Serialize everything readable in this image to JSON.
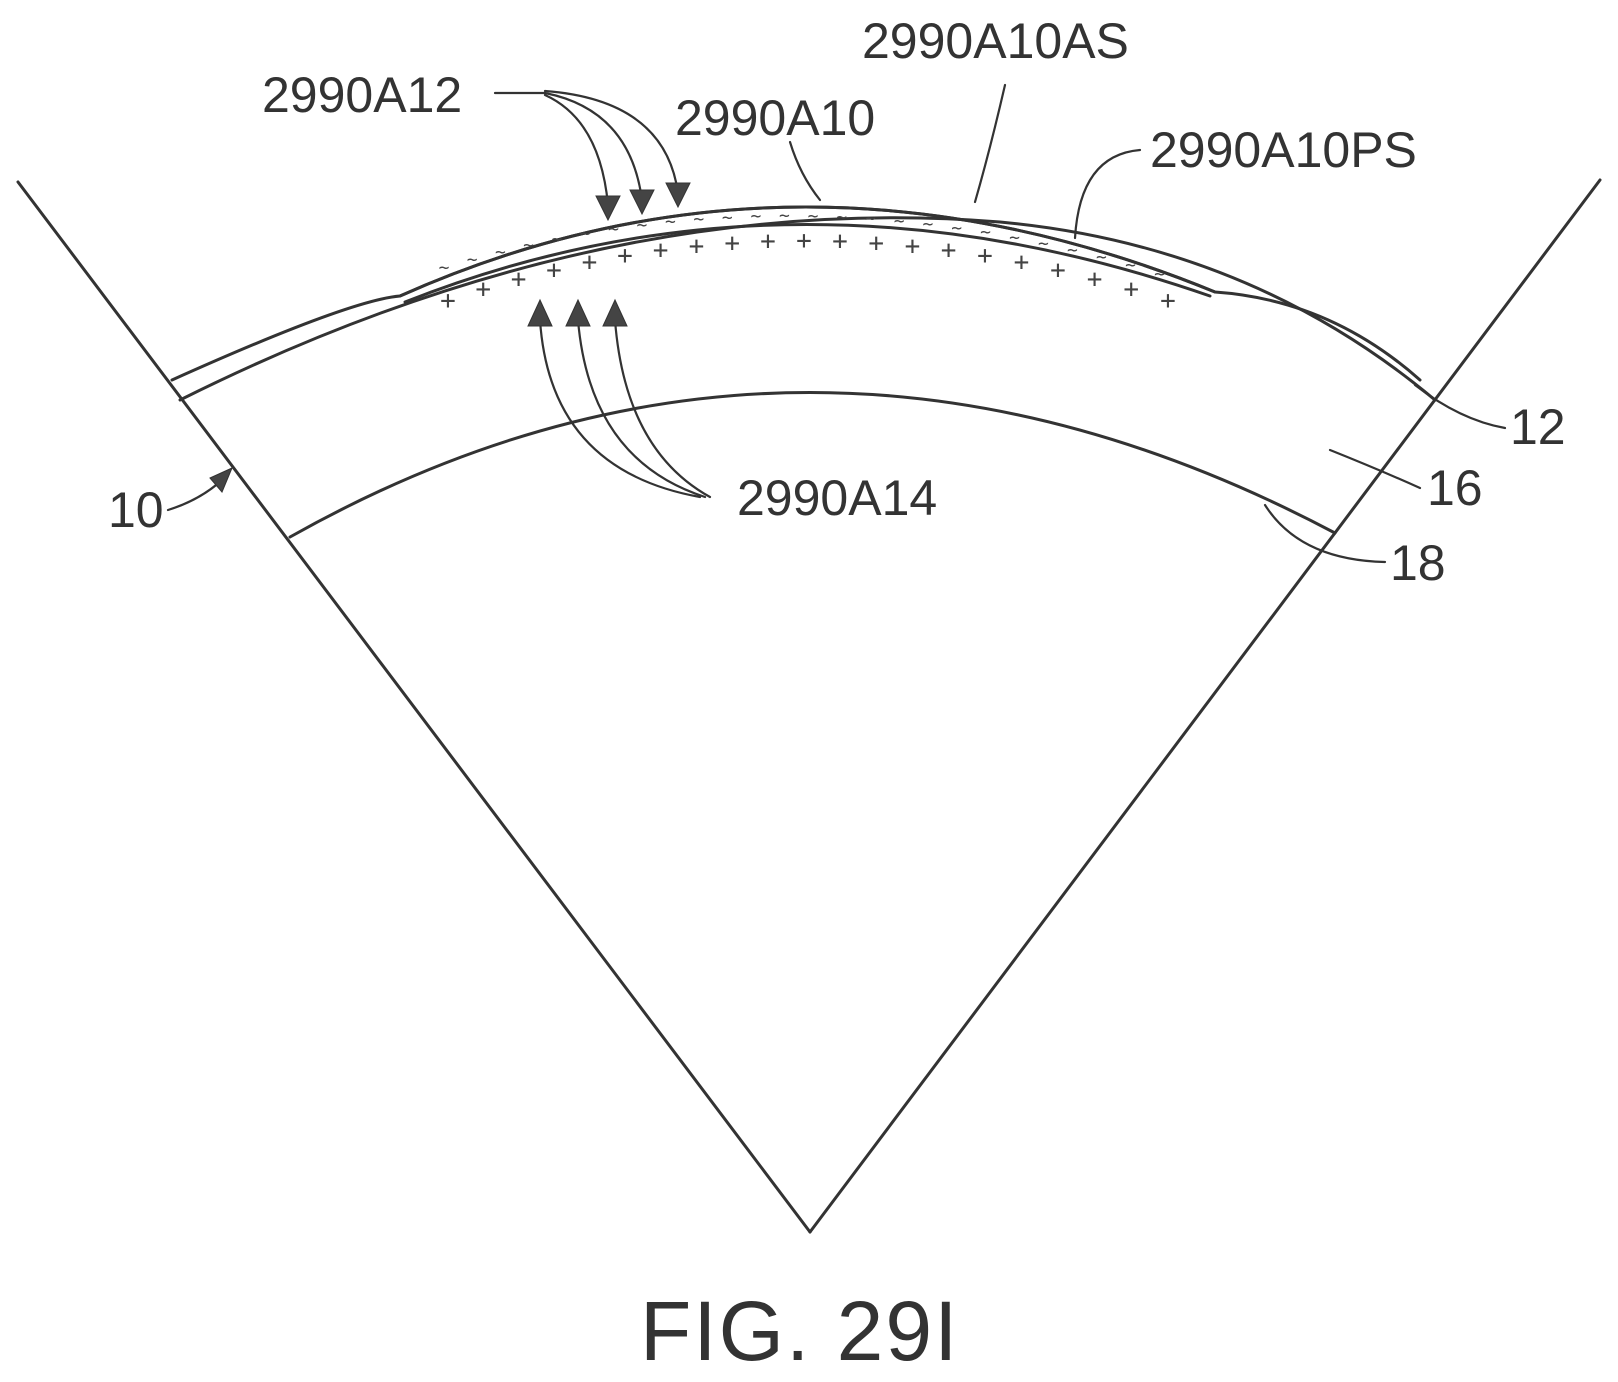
{
  "figure": {
    "caption": "FIG. 29I",
    "labels": {
      "l_10": "10",
      "l_12": "12",
      "l_16": "16",
      "l_18": "18",
      "l_2990A10": "2990A10",
      "l_2990A10AS": "2990A10AS",
      "l_2990A10PS": "2990A10PS",
      "l_2990A12": "2990A12",
      "l_2990A14": "2990A14"
    },
    "symbols": {
      "negative": "~",
      "positive": "+"
    }
  }
}
